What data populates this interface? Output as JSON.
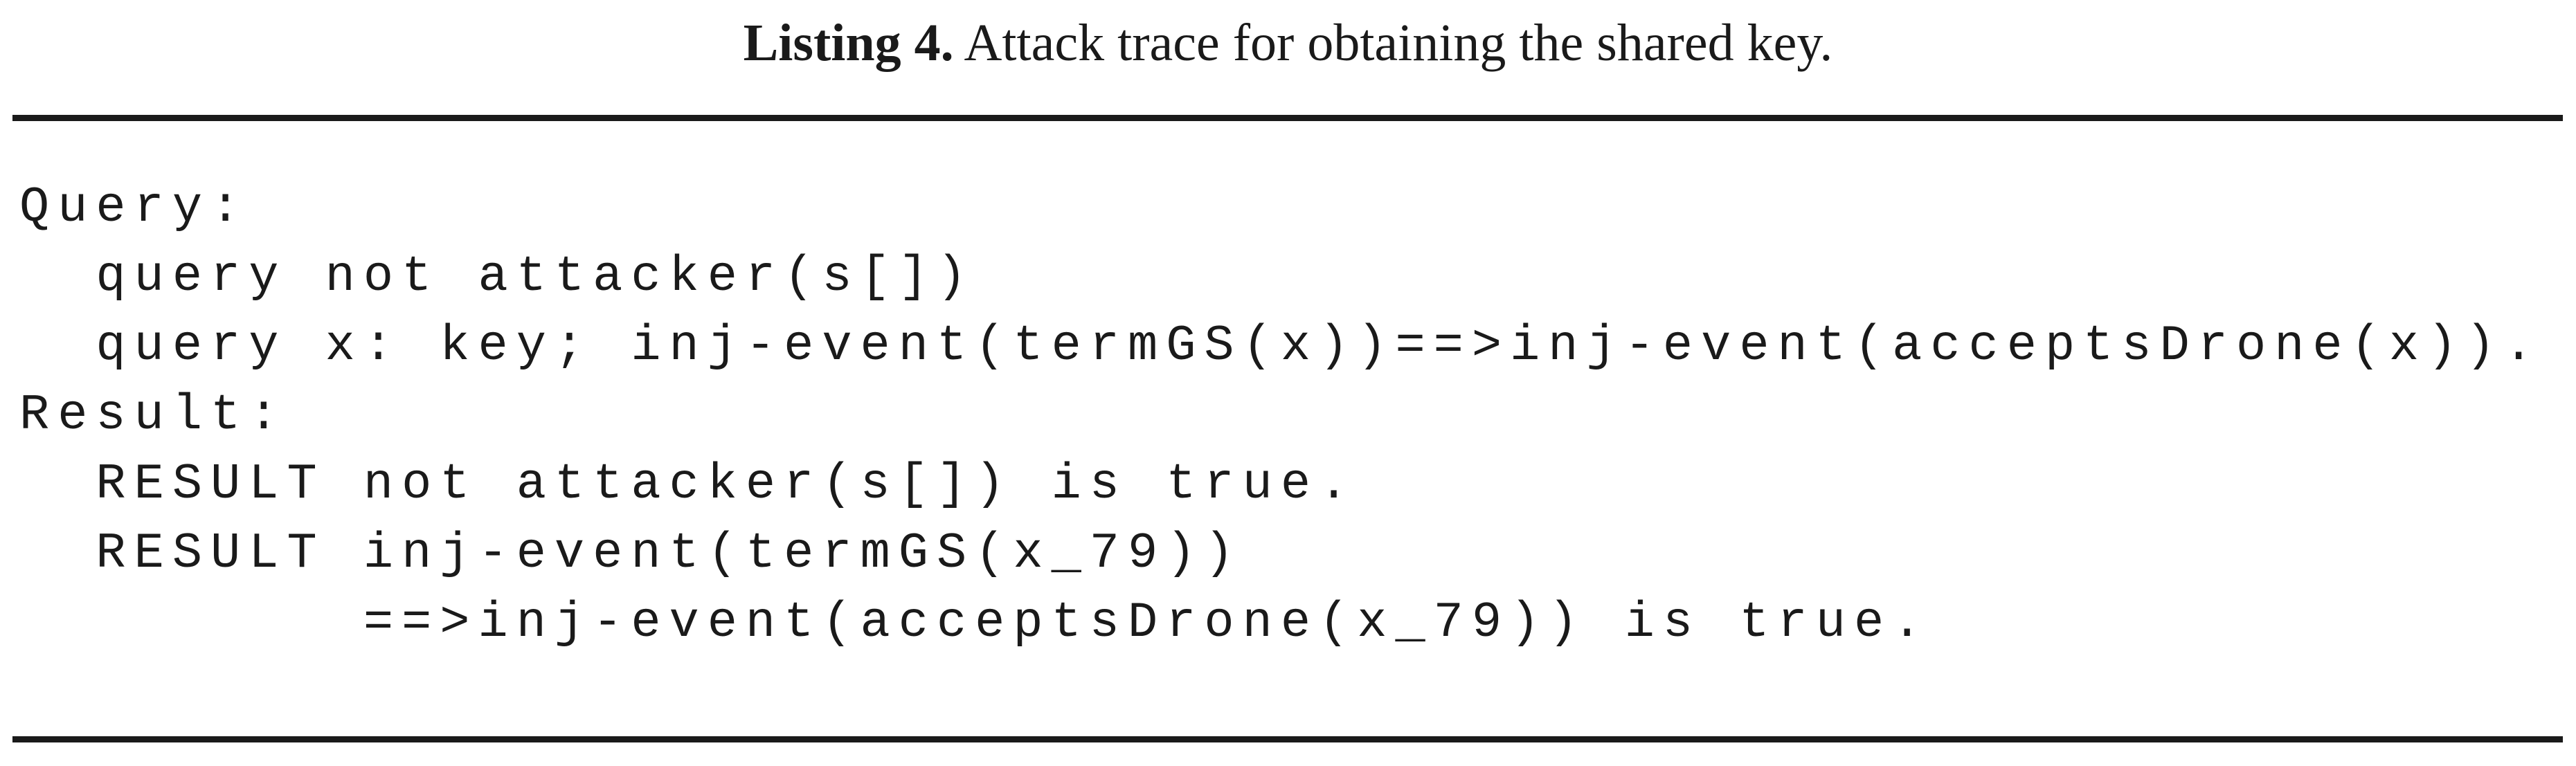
{
  "caption": {
    "label": "Listing 4.",
    "text": "Attack trace for obtaining the shared key."
  },
  "code_lines": [
    "Query:",
    "  query not attacker(s[])",
    "  query x: key; inj-event(termGS(x))==>inj-event(acceptsDrone(x)).",
    "Result:",
    "  RESULT not attacker(s[]) is true.",
    "  RESULT inj-event(termGS(x_79))",
    "         ==>inj-event(acceptsDrone(x_79)) is true."
  ]
}
